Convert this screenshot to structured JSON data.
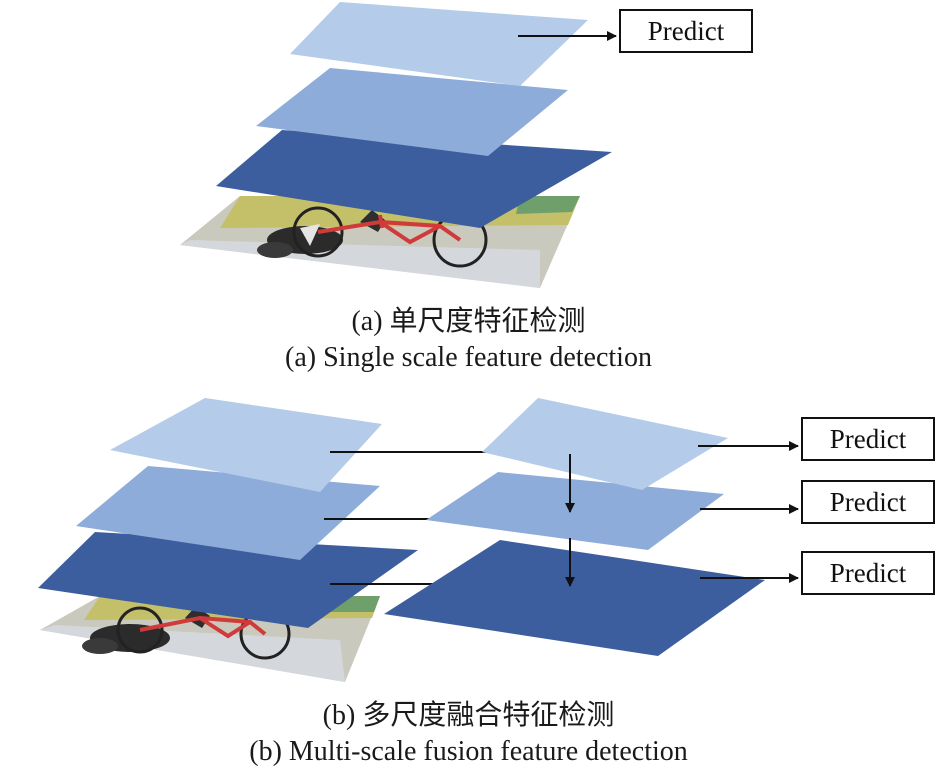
{
  "panel_a": {
    "predict_label": "Predict",
    "caption_zh": "(a) 单尺度特征检测",
    "caption_en": "(a) Single scale feature detection"
  },
  "panel_b": {
    "predict_labels": [
      "Predict",
      "Predict",
      "Predict"
    ],
    "caption_zh": "(b) 多尺度融合特征检测",
    "caption_en": "(b) Multi-scale fusion feature detection"
  },
  "colors": {
    "layer_light": "#b4cbe9",
    "layer_mid": "#8eacd9",
    "layer_dark": "#3d5e9e",
    "line": "#111111"
  },
  "icons": {
    "input_image": "photo of dog and red bicycle"
  }
}
